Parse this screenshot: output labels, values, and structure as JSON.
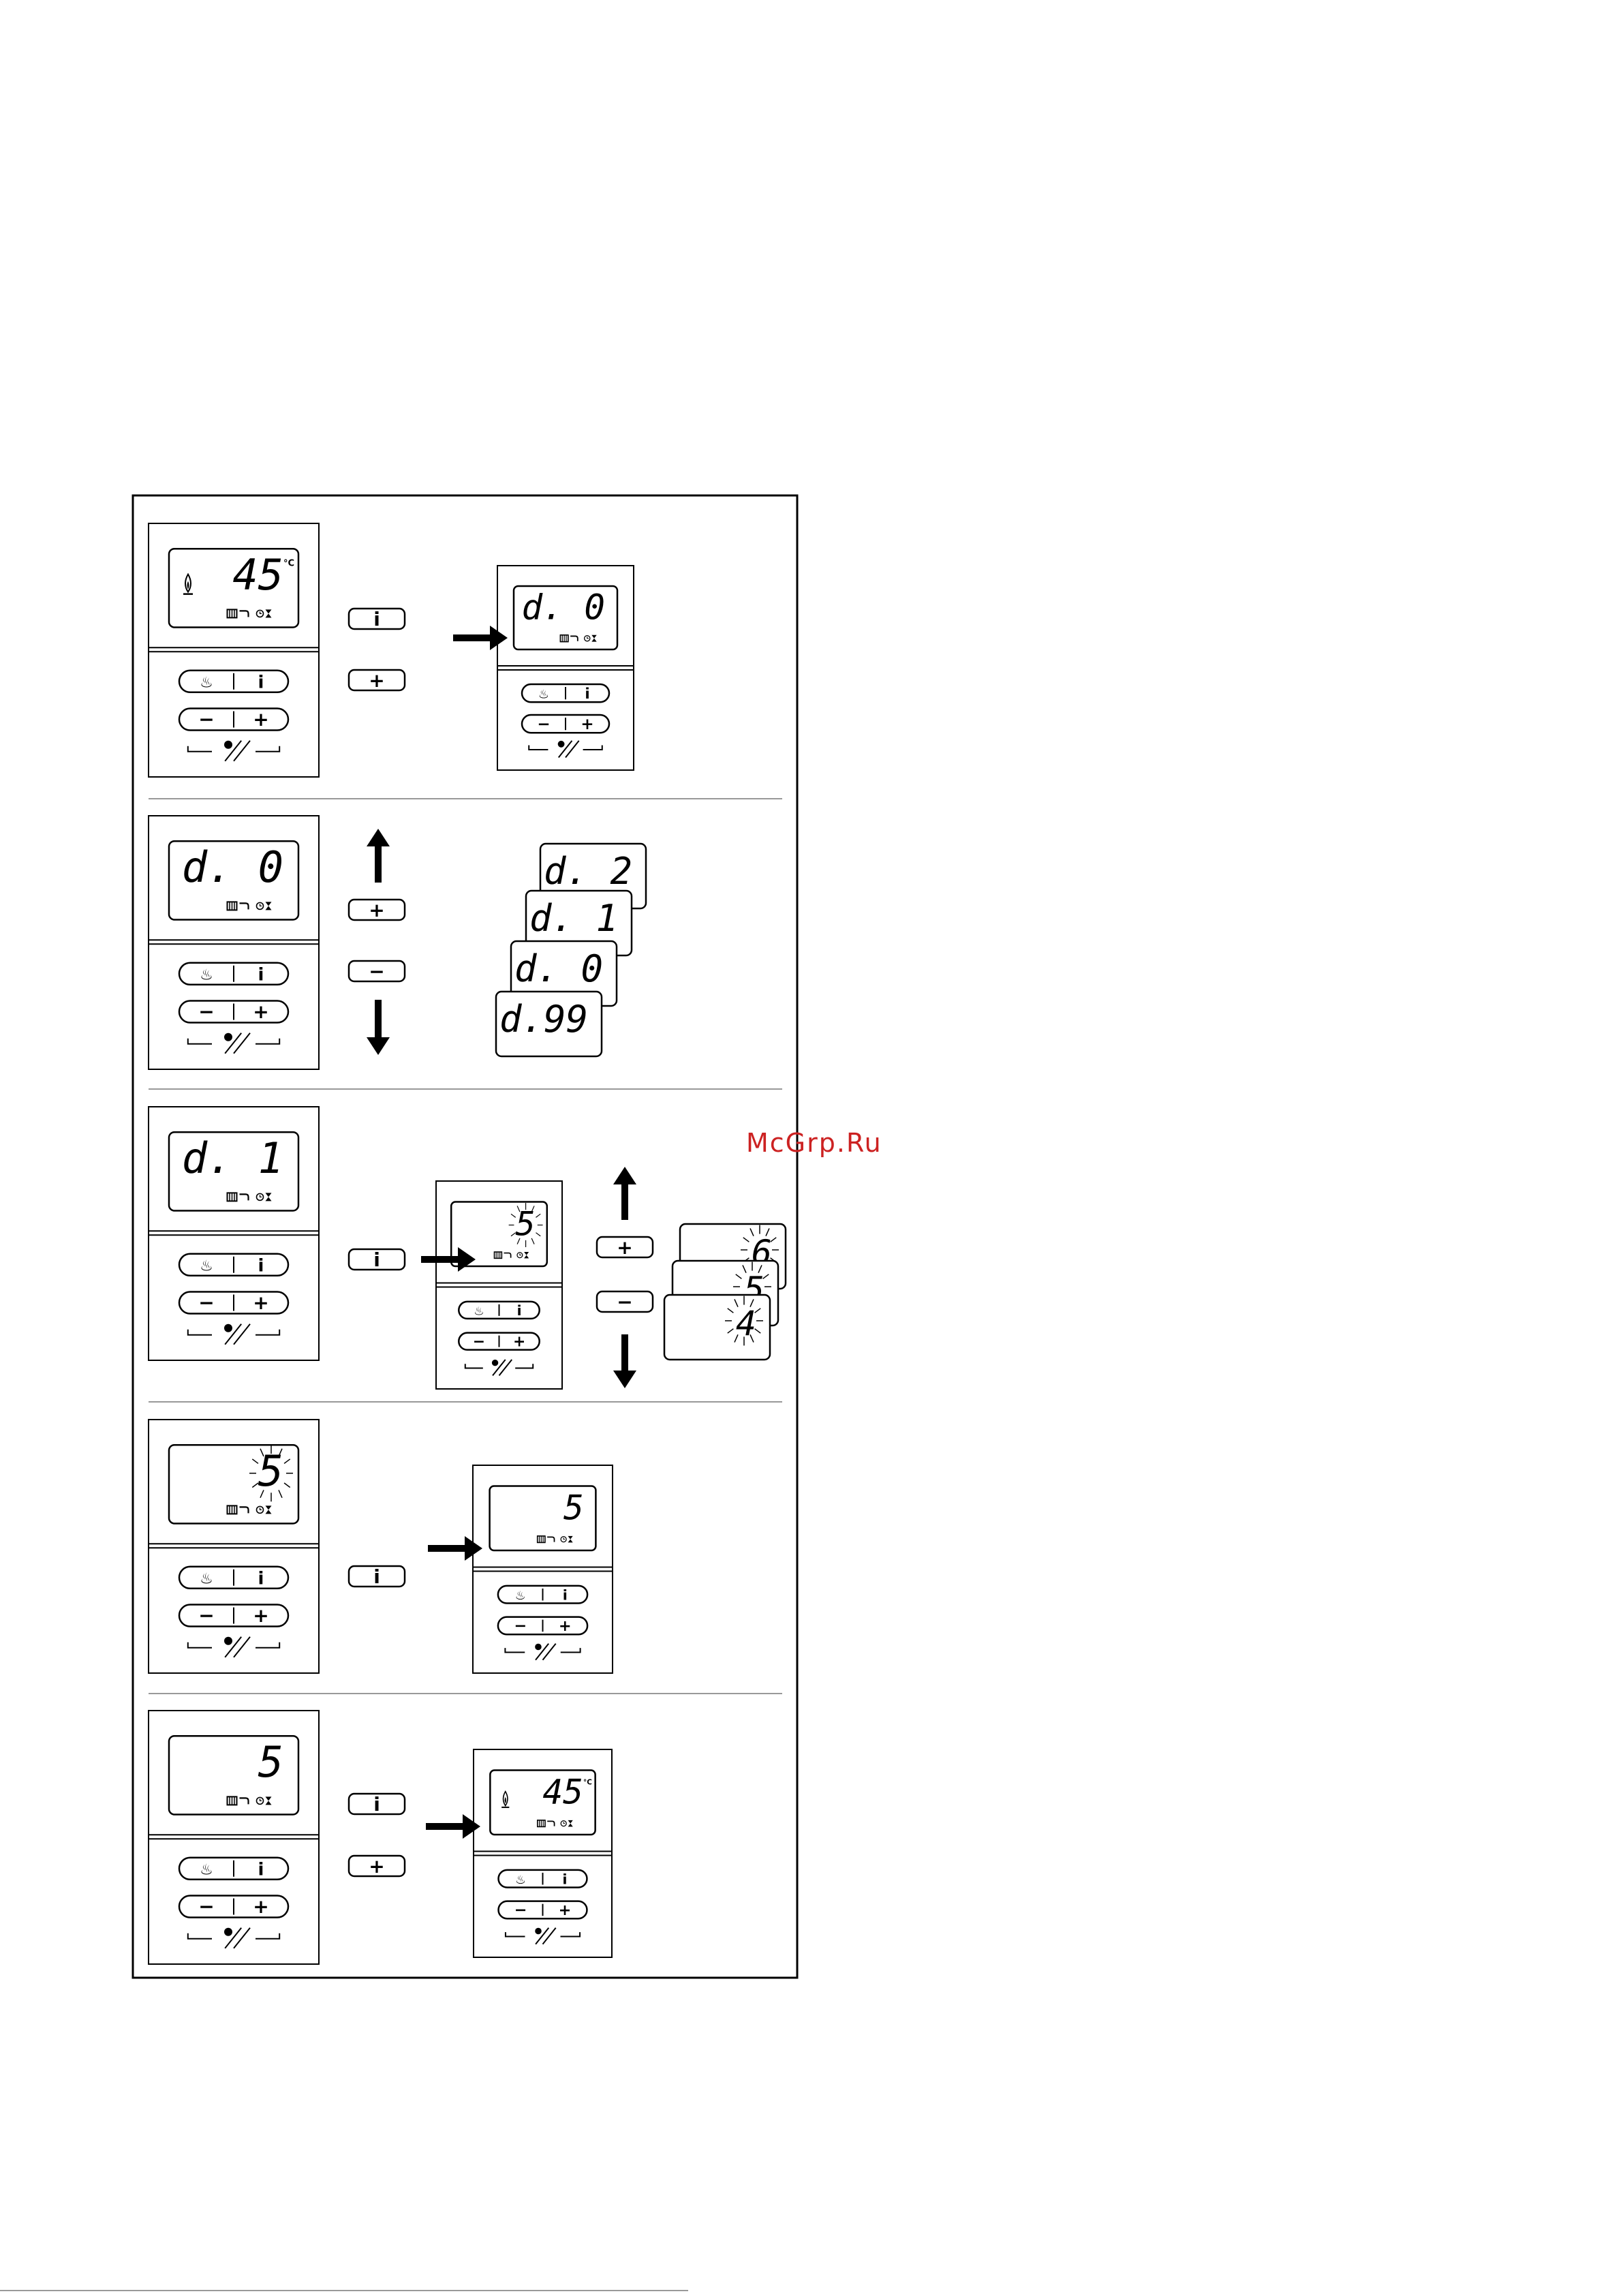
{
  "watermark": "McGrp.Ru",
  "keys": {
    "i": "i",
    "plus": "+",
    "minus": "−"
  },
  "units": {
    "celsius": "°C"
  },
  "steps": [
    {
      "start_display": {
        "text": "45",
        "flame": true,
        "unit": true
      },
      "keys_pressed": [
        "i",
        "+"
      ],
      "result_display": {
        "text": "d. 0",
        "flame": false,
        "unit": false
      }
    },
    {
      "start_display": {
        "text": "d. 0"
      },
      "keys_pressed": [
        "+",
        "−"
      ],
      "scroll_values": [
        "d. 2",
        "d. 1",
        "d. 0",
        "d.99"
      ]
    },
    {
      "start_display": {
        "text": "d. 1"
      },
      "keys_pressed": [
        "i"
      ],
      "result_display": {
        "text": "5",
        "blinking": true
      },
      "adjust_keys": [
        "+",
        "−"
      ],
      "value_options": [
        "6",
        "5",
        "4"
      ]
    },
    {
      "start_display": {
        "text": "5",
        "blinking": true
      },
      "keys_pressed": [
        "i"
      ],
      "result_display": {
        "text": "5",
        "blinking": false
      }
    },
    {
      "start_display": {
        "text": "5"
      },
      "keys_pressed": [
        "i",
        "+"
      ],
      "result_display": {
        "text": "45",
        "flame": true,
        "unit": true
      }
    }
  ],
  "colors": {
    "line": "#000000",
    "watermark": "#cc2222"
  }
}
